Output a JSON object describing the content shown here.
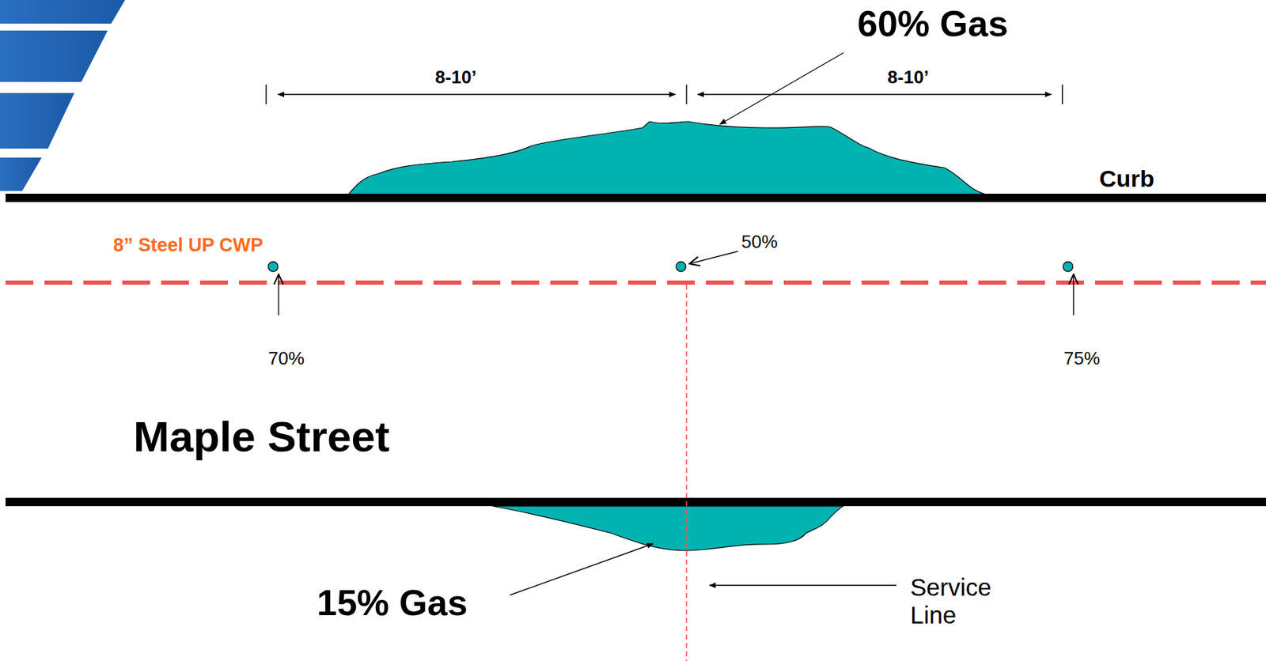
{
  "diagram": {
    "labels": [
      "60% Gas",
      "8-10’",
      "8-10’",
      "Curb",
      "8” Steel UP CWP",
      "50%",
      "70%",
      "75%",
      "Maple Street",
      "15% Gas",
      "Service Line"
    ]
  }
}
